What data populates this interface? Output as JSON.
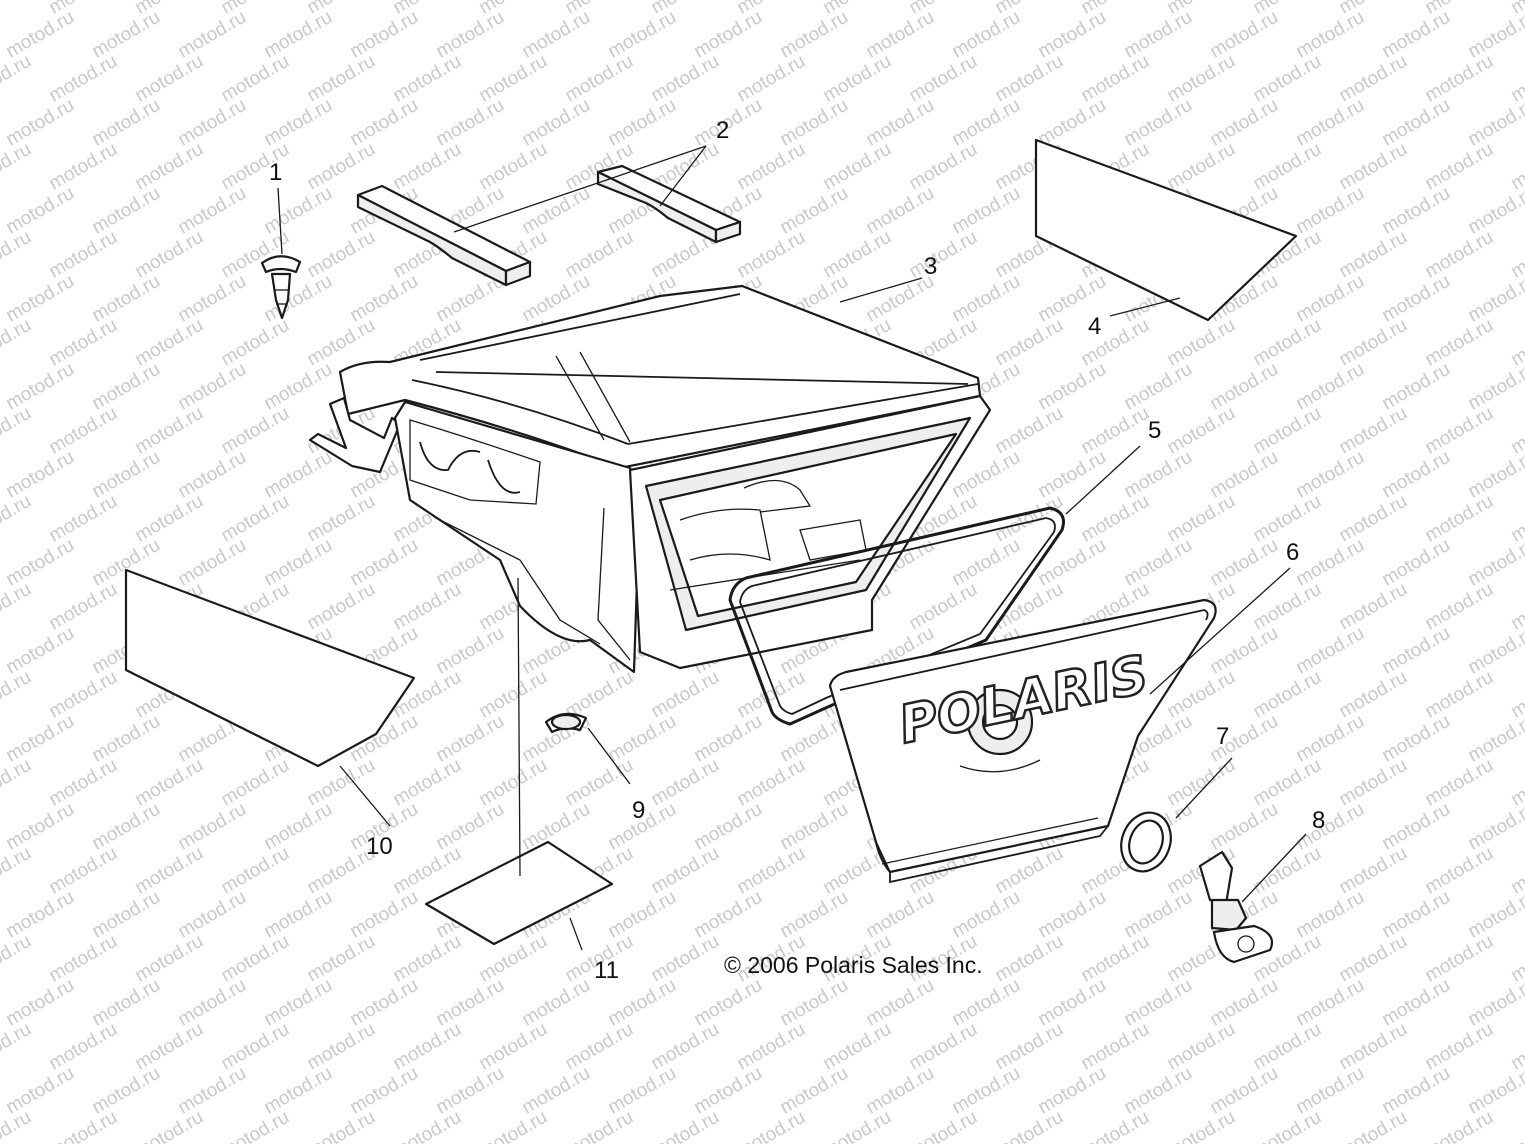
{
  "diagram": {
    "callouts": [
      "1",
      "2",
      "3",
      "4",
      "5",
      "6",
      "7",
      "8",
      "9",
      "10",
      "11"
    ],
    "logo_text": "POLARIS",
    "copyright": "© 2006 Polaris Sales Inc.",
    "watermark": "motod.ru"
  }
}
